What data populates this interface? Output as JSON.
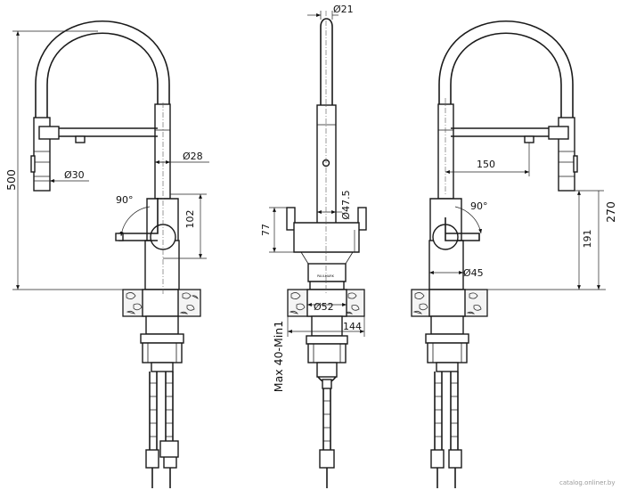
{
  "dimensions": {
    "height_total": "500",
    "spout_diameter": "Ø30",
    "body_diameter": "Ø28",
    "rotation_angle_left": "90°",
    "lever_height": "102",
    "tube_diameter": "Ø21",
    "body_diameter_front": "Ø47.5",
    "base_height": "77",
    "mount_diameter": "Ø52",
    "hose_width": "144",
    "countertop_thickness": "Max 40-Min1",
    "spout_reach": "150",
    "rotation_angle_right": "90°",
    "base_diameter": "Ø45",
    "aerator_height": "191",
    "spout_height": "270"
  },
  "brand_mark": "PAULMARK",
  "watermark": "catalog.onliner.by",
  "colors": {
    "line": "#1a1a1a",
    "background": "#ffffff",
    "watermark": "#9a9a9a"
  }
}
